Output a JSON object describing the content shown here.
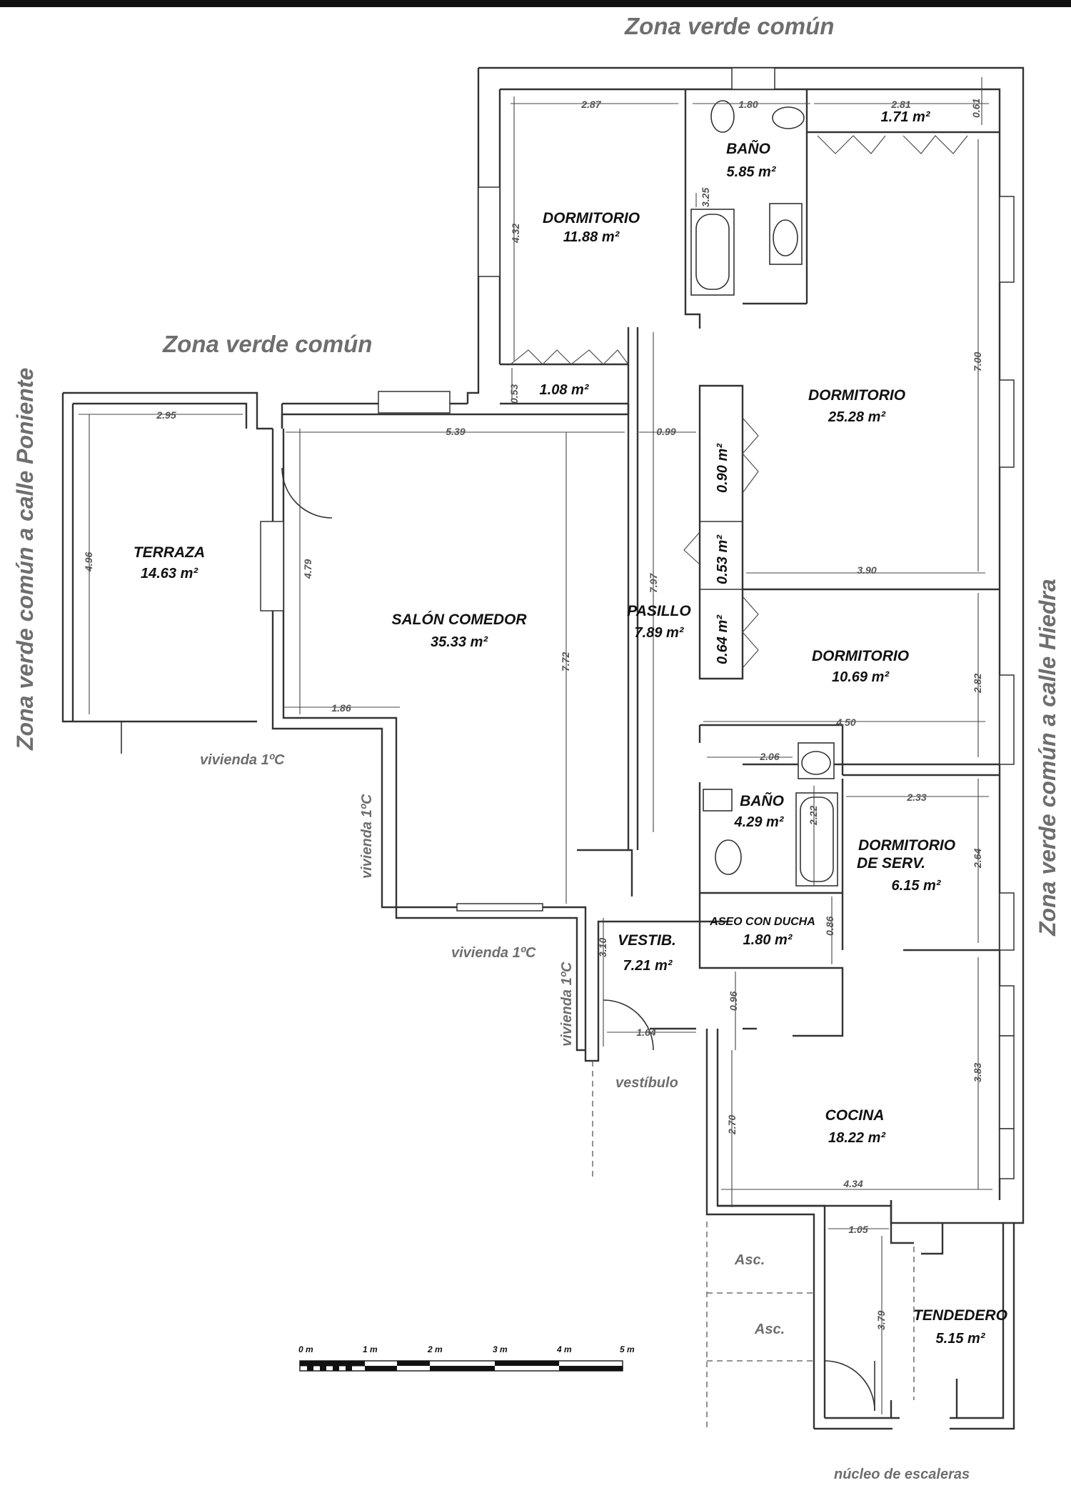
{
  "zones": {
    "top": "Zona verde común",
    "mid": "Zona verde común",
    "left": "Zona verde común a calle Poniente",
    "right": "Zona verde común a calle Hiedra"
  },
  "neighbors": {
    "v1": "vivienda 1ºC",
    "v2": "vivienda 1ºC",
    "v3": "vivienda 1ºC",
    "v4": "vivienda 1ºC",
    "vestibulo": "vestíbulo",
    "nucleo": "núcleo de escaleras"
  },
  "rooms": {
    "dorm1": {
      "name": "DORMITORIO",
      "area": "11.88 m²"
    },
    "bano1": {
      "name": "BAÑO",
      "area": "5.85 m²"
    },
    "closet_top": {
      "area": "1.71 m²"
    },
    "closet_dorm1": {
      "area": "1.08 m²"
    },
    "dorm2": {
      "name": "DORMITORIO",
      "area": "25.28 m²"
    },
    "armario1": {
      "area": "0.90 m²"
    },
    "armario2": {
      "area": "0.53 m²"
    },
    "armario3": {
      "area": "0.64 m²"
    },
    "terraza": {
      "name": "TERRAZA",
      "area": "14.63 m²"
    },
    "salon": {
      "name": "SALÓN COMEDOR",
      "area": "35.33 m²"
    },
    "pasillo": {
      "name": "PASILLO",
      "area": "7.89 m²"
    },
    "dorm3": {
      "name": "DORMITORIO",
      "area": "10.69 m²"
    },
    "bano2": {
      "name": "BAÑO",
      "area": "4.29 m²"
    },
    "dorm_serv": {
      "name1": "DORMITORIO",
      "name2": "DE SERV.",
      "area": "6.15 m²"
    },
    "aseo": {
      "name": "ASEO CON DUCHA",
      "area": "1.80 m²"
    },
    "vestib": {
      "name": "VESTIB.",
      "area": "7.21 m²"
    },
    "cocina": {
      "name": "COCINA",
      "area": "18.22 m²"
    },
    "tendedero": {
      "name": "TENDEDERO",
      "area": "5.15 m²"
    },
    "asc1": {
      "name": "Asc."
    },
    "asc2": {
      "name": "Asc."
    }
  },
  "dims": {
    "d287": "2.87",
    "d180": "1.80",
    "d281": "2.81",
    "d061": "0.61",
    "d432": "4.32",
    "d325": "3.25",
    "d053a": "0.53",
    "d099": "0.99",
    "d539": "5.39",
    "d295": "2.95",
    "d496": "4.96",
    "d479": "4.79",
    "d797": "7.97",
    "d772": "7.72",
    "d186": "1.86",
    "d700": "7.00",
    "d390": "3.90",
    "d282": "2.82",
    "d450": "4.50",
    "d206": "2.06",
    "d222": "2.22",
    "d233": "2.33",
    "d264": "2.64",
    "d086": "0.86",
    "d310": "3.10",
    "d096": "0.96",
    "d164": "1.64",
    "d270": "2.70",
    "d383": "3.83",
    "d434": "4.34",
    "d105": "1.05",
    "d379": "3.79"
  },
  "scale": {
    "t0": "0 m",
    "t1": "1 m",
    "t2": "2 m",
    "t3": "3 m",
    "t4": "4 m",
    "t5": "5 m"
  }
}
